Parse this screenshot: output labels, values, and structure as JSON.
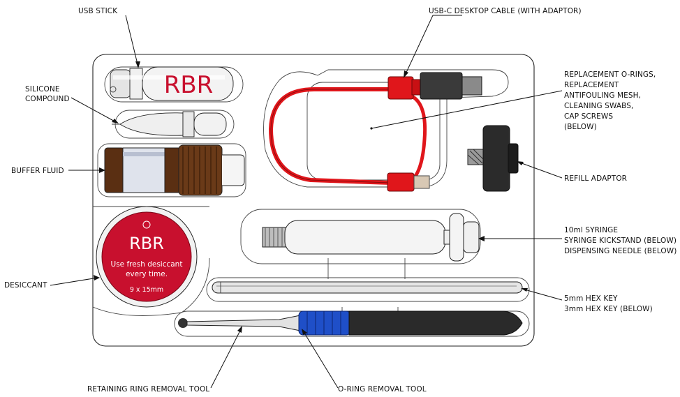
{
  "callouts": {
    "usb_stick": "USB STICK",
    "usb_cable": "USB-C DESKTOP CABLE (WITH ADAPTOR)",
    "silicone_line1": "SILICONE",
    "silicone_line2": "COMPOUND",
    "oring_line1": "REPLACEMENT O-RINGS,",
    "oring_line2": "REPLACEMENT",
    "oring_line3": "ANTIFOULING MESH,",
    "oring_line4": "CLEANING SWABS,",
    "oring_line5": "CAP SCREWS",
    "oring_line6": "(BELOW)",
    "buffer_fluid": "BUFFER FLUID",
    "refill_adaptor": "REFILL ADAPTOR",
    "syringe_line1": "10ml SYRINGE",
    "syringe_line2": "SYRINGE KICKSTAND (BELOW)",
    "syringe_line3": "DISPENSING NEEDLE (BELOW)",
    "desiccant": "DESICCANT",
    "hexkey_line1": "5mm HEX KEY",
    "hexkey_line2": "3mm HEX KEY (BELOW)",
    "retaining_tool": "RETAINING RING REMOVAL TOOL",
    "oring_tool": "O-RING REMOVAL TOOL"
  },
  "product_text": {
    "usb_brand": "RBR",
    "desiccant_brand": "RBR",
    "desiccant_line1": "Use fresh desiccant",
    "desiccant_line2": "every time.",
    "desiccant_size": "9 x 15mm"
  },
  "colors": {
    "cable_red": "#e0161b",
    "brand_red": "#c8102e",
    "tool_blue": "#1f4fc8",
    "vial_brown": "#5a2f12"
  }
}
